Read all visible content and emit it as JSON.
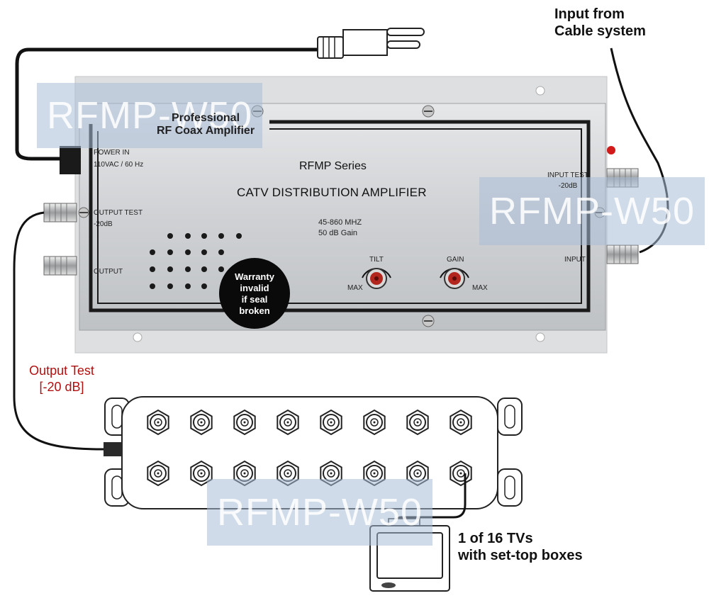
{
  "annotations": {
    "input_cable": [
      "Input from",
      "Cable system"
    ],
    "output_test": [
      "Output Test",
      "[-20 dB]"
    ],
    "tv": [
      "1 of 16 TVs",
      "with set-top boxes"
    ]
  },
  "amplifier": {
    "badge": [
      "Professional",
      "RF Coax Amplifier"
    ],
    "series": "RFMP Series",
    "title": "CATV DISTRIBUTION AMPLIFIER",
    "specs": [
      "45-860 MHZ",
      "50 dB Gain"
    ],
    "power_label": [
      "POWER IN",
      "110VAC / 60 Hz"
    ],
    "output_test_label": [
      "OUTPUT TEST",
      "-20dB"
    ],
    "output_label": "OUTPUT",
    "input_test_label": [
      "INPUT TEST",
      "-20dB"
    ],
    "input_label": "INPUT",
    "tilt_label": "TILT",
    "gain_label": "GAIN",
    "max_label": "MAX",
    "seal": [
      "Warranty",
      "invalid",
      "if seal",
      "broken"
    ]
  },
  "watermark": "RFMP-W50",
  "splitter": {
    "port_count": 16
  },
  "colors": {
    "panel": "#d4d6d8",
    "stripe": "#1a1a1a",
    "cable": "#111111",
    "knob": "#b3261e",
    "annotation_red": "#b01010",
    "watermark": "#aabed7"
  }
}
